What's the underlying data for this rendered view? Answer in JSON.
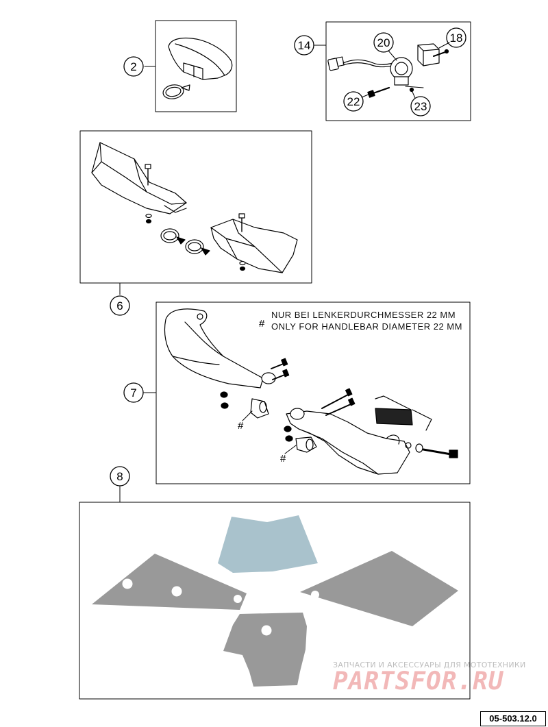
{
  "callouts": {
    "c2": "2",
    "c14": "14",
    "c20": "20",
    "c18": "18",
    "c22": "22",
    "c23": "23",
    "c6": "6",
    "c7": "7",
    "c8": "8"
  },
  "note": {
    "hash": "#",
    "line1": "NUR BEI LENKERDURCHMESSER 22 MM",
    "line2": "ONLY FOR HANDLEBAR DIAMETER 22 MM"
  },
  "hash_marks": [
    "#",
    "#"
  ],
  "watermark": {
    "line1": "ЗАПЧАСТИ И АКСЕССУАРЫ ДЛЯ МОТОТЕХНИКИ",
    "logo": "PARTSFOR.RU"
  },
  "diagram_code": "05-503.12.0",
  "colors": {
    "decal_gray": "#999999",
    "windscreen": "#a9c2cc",
    "watermark": "#f2b8b8"
  }
}
